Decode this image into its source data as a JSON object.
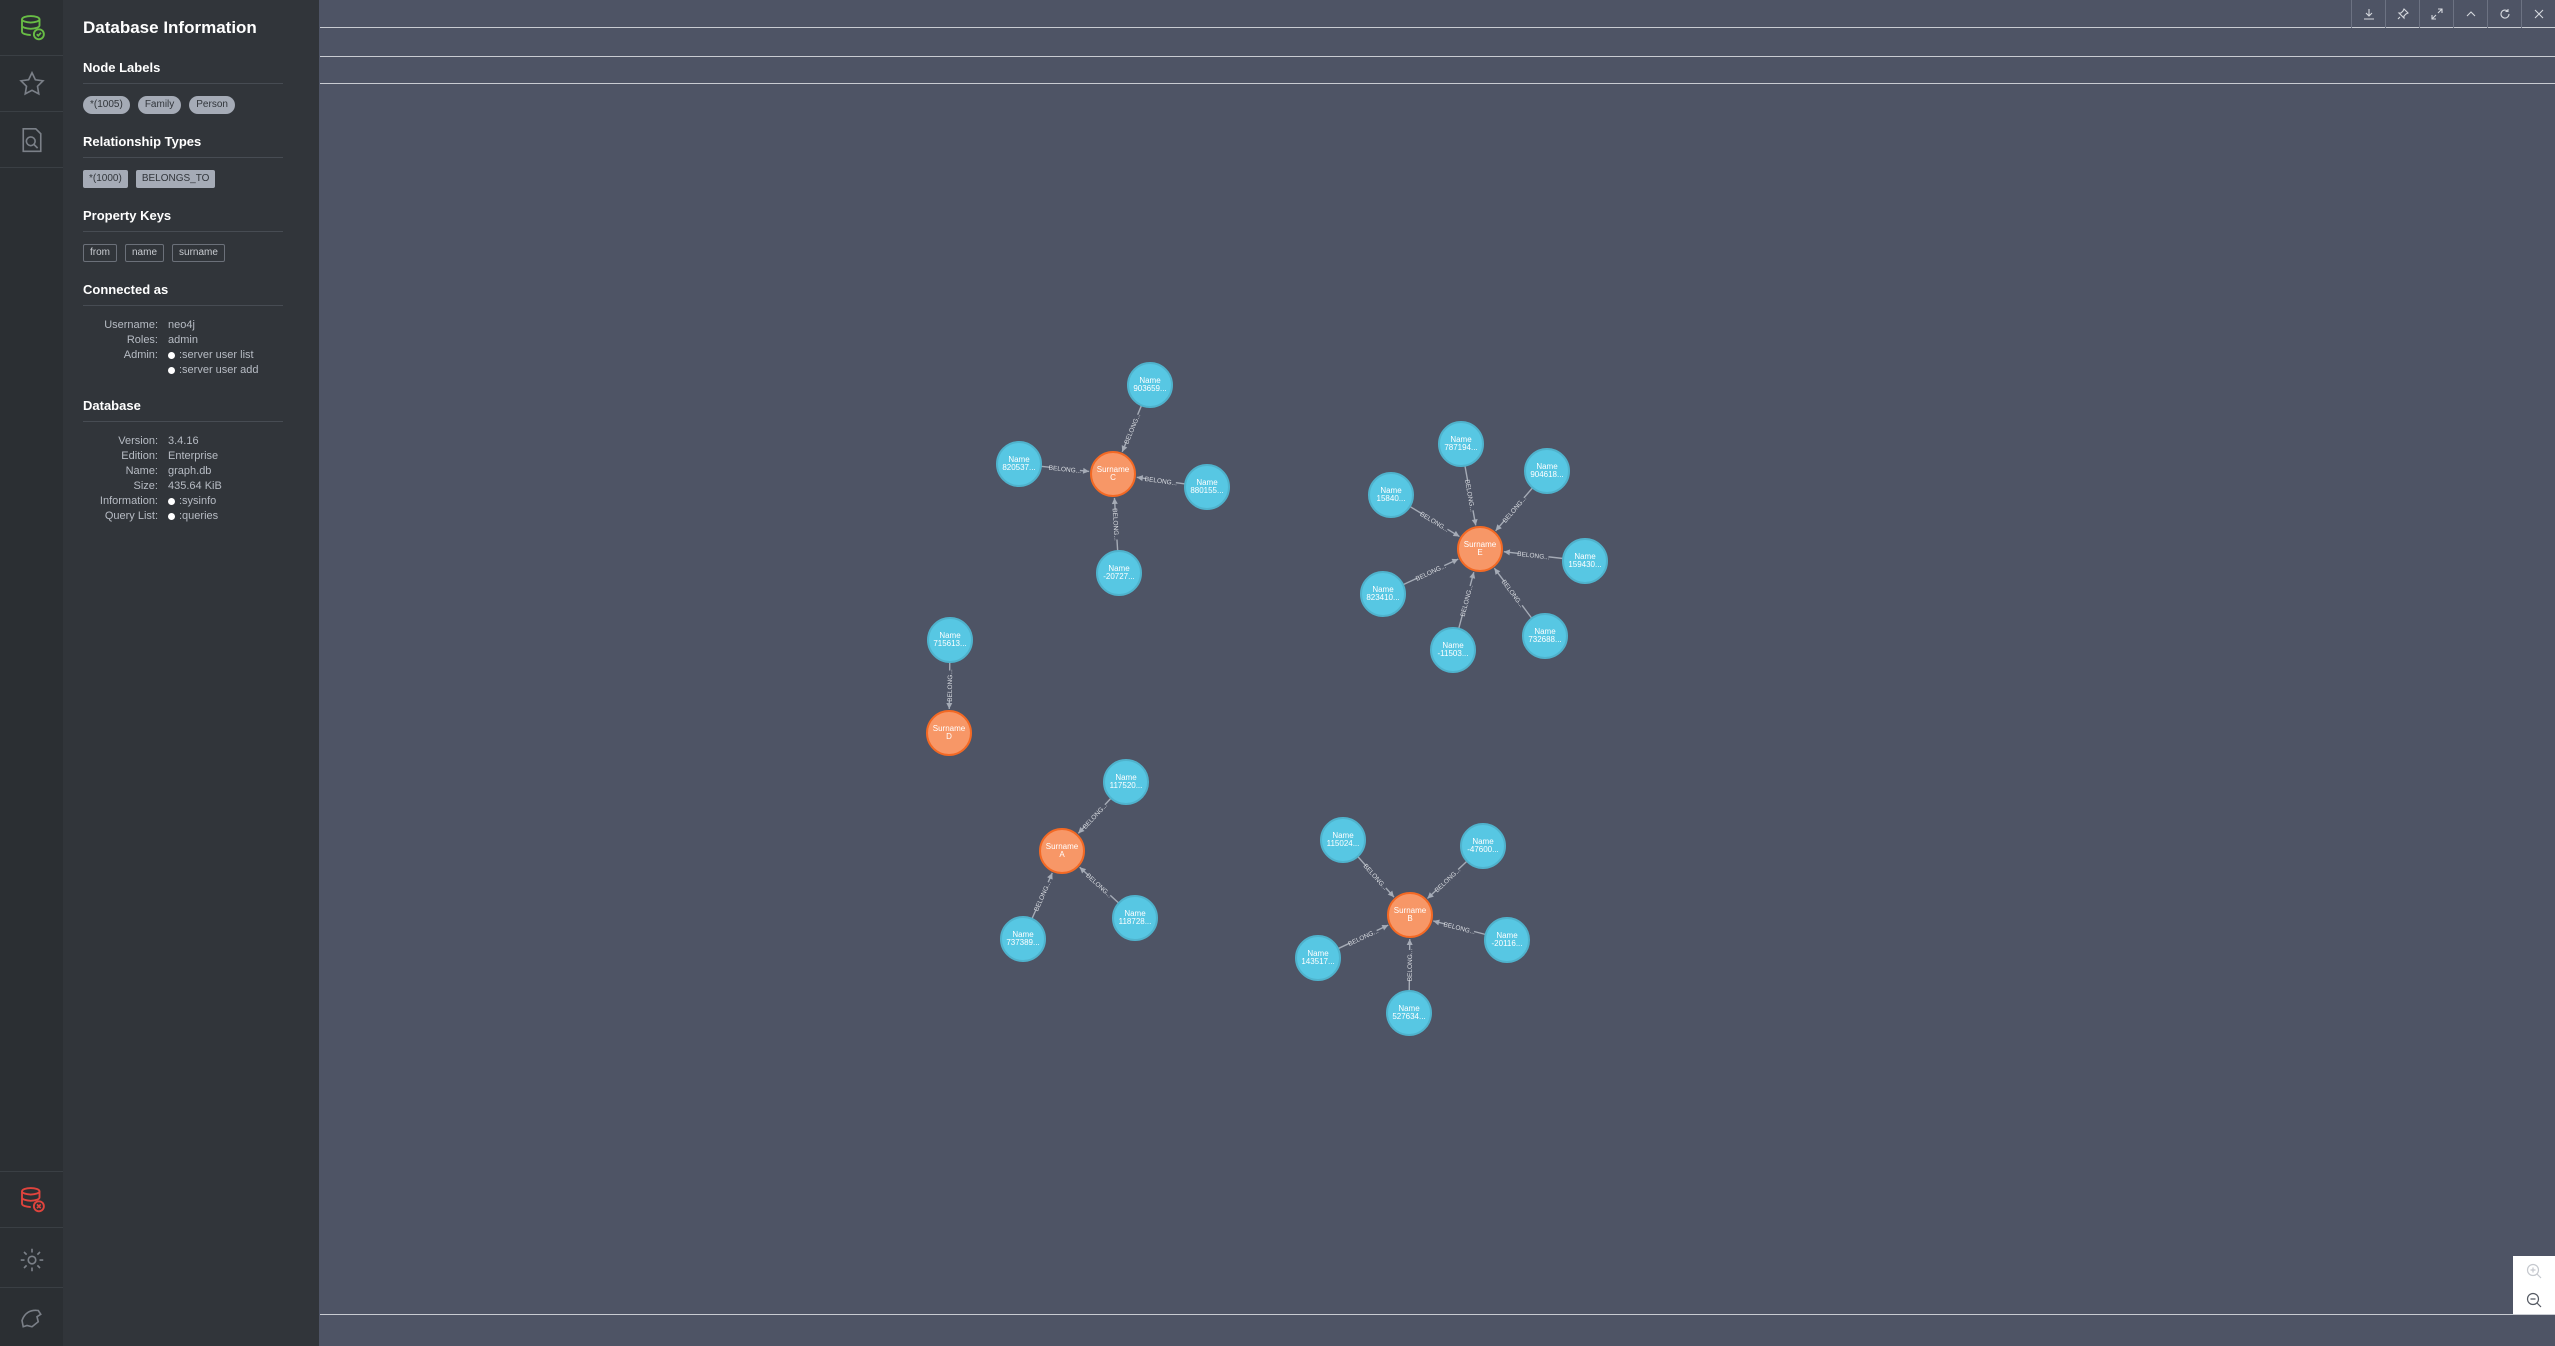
{
  "drawer": {
    "title": "Database Information",
    "node_labels_title": "Node Labels",
    "node_labels": [
      "*(1005)",
      "Family",
      "Person"
    ],
    "relationship_types_title": "Relationship Types",
    "relationship_types": [
      "*(1000)",
      "BELONGS_TO"
    ],
    "property_keys_title": "Property Keys",
    "property_keys": [
      "from",
      "name",
      "surname"
    ],
    "connected_title": "Connected as",
    "connected": {
      "username_label": "Username:",
      "username": "neo4j",
      "roles_label": "Roles:",
      "roles": "admin",
      "admin_label": "Admin:",
      "admin_cmd1": ":server user list",
      "admin_cmd2": ":server user add"
    },
    "database_title": "Database",
    "database": {
      "version_label": "Version:",
      "version": "3.4.16",
      "edition_label": "Edition:",
      "edition": "Enterprise",
      "name_label": "Name:",
      "name": "graph.db",
      "size_label": "Size:",
      "size": "435.64 KiB",
      "information_label": "Information:",
      "information": ":sysinfo",
      "querylist_label": "Query List:",
      "querylist": ":queries"
    }
  },
  "graph": {
    "colors": {
      "family": "#f79767",
      "person": "#57c7e3",
      "edge": "#a5abb6"
    },
    "relationship_label": "BELONG...",
    "families": [
      {
        "label": [
          "Surname",
          "C"
        ],
        "persons": [
          [
            "Name",
            "903659..."
          ],
          [
            "Name",
            "880155..."
          ],
          [
            "Name",
            "-20727..."
          ],
          [
            "Name",
            "820537..."
          ]
        ]
      },
      {
        "label": [
          "Surname",
          "E"
        ],
        "persons": [
          [
            "Name",
            "787194..."
          ],
          [
            "Name",
            "904618..."
          ],
          [
            "Name",
            "159430..."
          ],
          [
            "Name",
            "732688..."
          ],
          [
            "Name",
            "-11503..."
          ],
          [
            "Name",
            "823410..."
          ],
          [
            "Name",
            "15840..."
          ]
        ]
      },
      {
        "label": [
          "Surname",
          "D"
        ],
        "persons": [
          [
            "Name",
            "715613..."
          ]
        ]
      },
      {
        "label": [
          "Surname",
          "A"
        ],
        "persons": [
          [
            "Name",
            "117520..."
          ],
          [
            "Name",
            "118728..."
          ],
          [
            "Name",
            "737389..."
          ]
        ]
      },
      {
        "label": [
          "Surname",
          "B"
        ],
        "persons": [
          [
            "Name",
            "115024..."
          ],
          [
            "Name",
            "-47600..."
          ],
          [
            "Name",
            "-20116..."
          ],
          [
            "Name",
            "527634..."
          ],
          [
            "Name",
            "143517..."
          ]
        ]
      }
    ]
  },
  "icons": {
    "rail_top": [
      "database-icon",
      "star-icon",
      "search-docs-icon"
    ],
    "rail_bottom": [
      "database-error-icon",
      "gear-icon",
      "neo4j-logo-icon"
    ],
    "frame_actions": [
      "download-icon",
      "pin-icon",
      "fullscreen-icon",
      "collapse-icon",
      "rerun-icon",
      "close-icon"
    ],
    "zoom": [
      "zoom-in-icon",
      "zoom-out-icon"
    ]
  }
}
